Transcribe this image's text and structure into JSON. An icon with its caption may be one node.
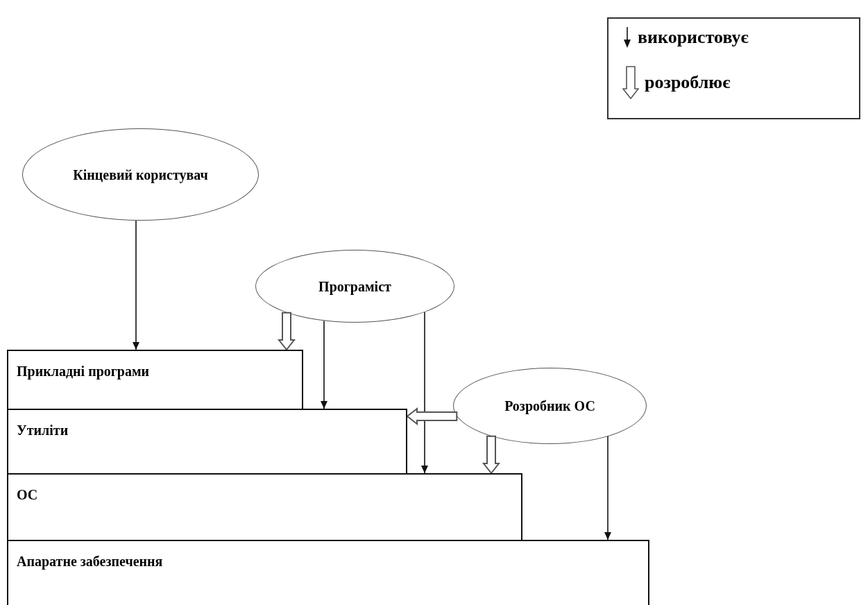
{
  "diagram": {
    "nodes": [
      {
        "text": [
          "Кінцевий користувач"
        ]
      },
      {
        "text": [
          "Програміст"
        ]
      },
      {
        "text": [
          "Розробник ОС"
        ]
      },
      {
        "text": [
          "Прикладні програми"
        ]
      },
      {
        "text": [
          "Утиліти"
        ]
      },
      {
        "text": [
          "ОС"
        ]
      },
      {
        "text": [
          "Апаратне забезпечення"
        ]
      }
    ],
    "edges": [
      {
        "from": 0,
        "to": 3,
        "arrow": "to"
      },
      {
        "from": 1,
        "to": 3,
        "arrow": "to",
        "style": "thick"
      },
      {
        "from": 1,
        "to": 4,
        "arrow": "to"
      },
      {
        "from": 1,
        "to": 5,
        "arrow": "to"
      },
      {
        "from": 2,
        "to": 4,
        "arrow": "to",
        "style": "thick"
      },
      {
        "from": 2,
        "to": 5,
        "arrow": "to",
        "style": "thick"
      },
      {
        "from": 2,
        "to": 6,
        "arrow": "to"
      }
    ],
    "legend": [
      {
        "text": "використовує"
      },
      {
        "text": "розроблює"
      }
    ]
  }
}
